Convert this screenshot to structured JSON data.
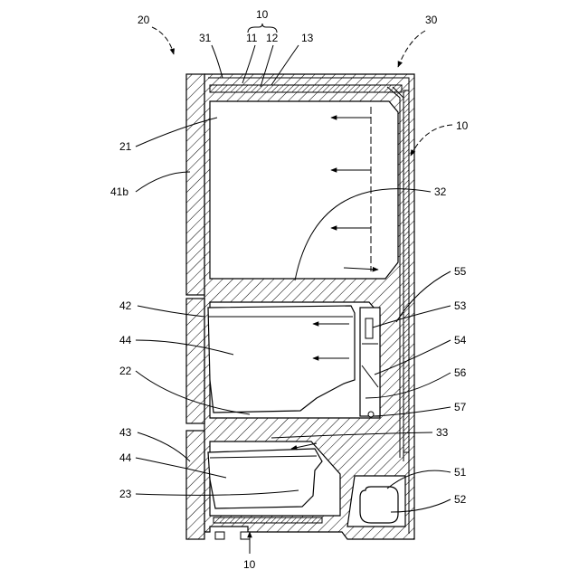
{
  "figure": {
    "ref_labels": {
      "fridge": "20",
      "cabinet": "30",
      "vip_group_top": "10",
      "vip_right": "10",
      "vip_bottom": "10",
      "outer_box": "31",
      "core_11": "11",
      "core_12": "12",
      "layer_13": "13",
      "compartment_21": "21",
      "door_41b": "41b",
      "duct_32": "32",
      "part_55": "55",
      "door_42": "42",
      "part_53": "53",
      "drawer_44_upper": "44",
      "part_54": "54",
      "compartment_22": "22",
      "part_56": "56",
      "part_57": "57",
      "door_43": "43",
      "partition_33": "33",
      "drawer_44_lower": "44",
      "part_51": "51",
      "compartment_23": "23",
      "part_52": "52"
    }
  }
}
